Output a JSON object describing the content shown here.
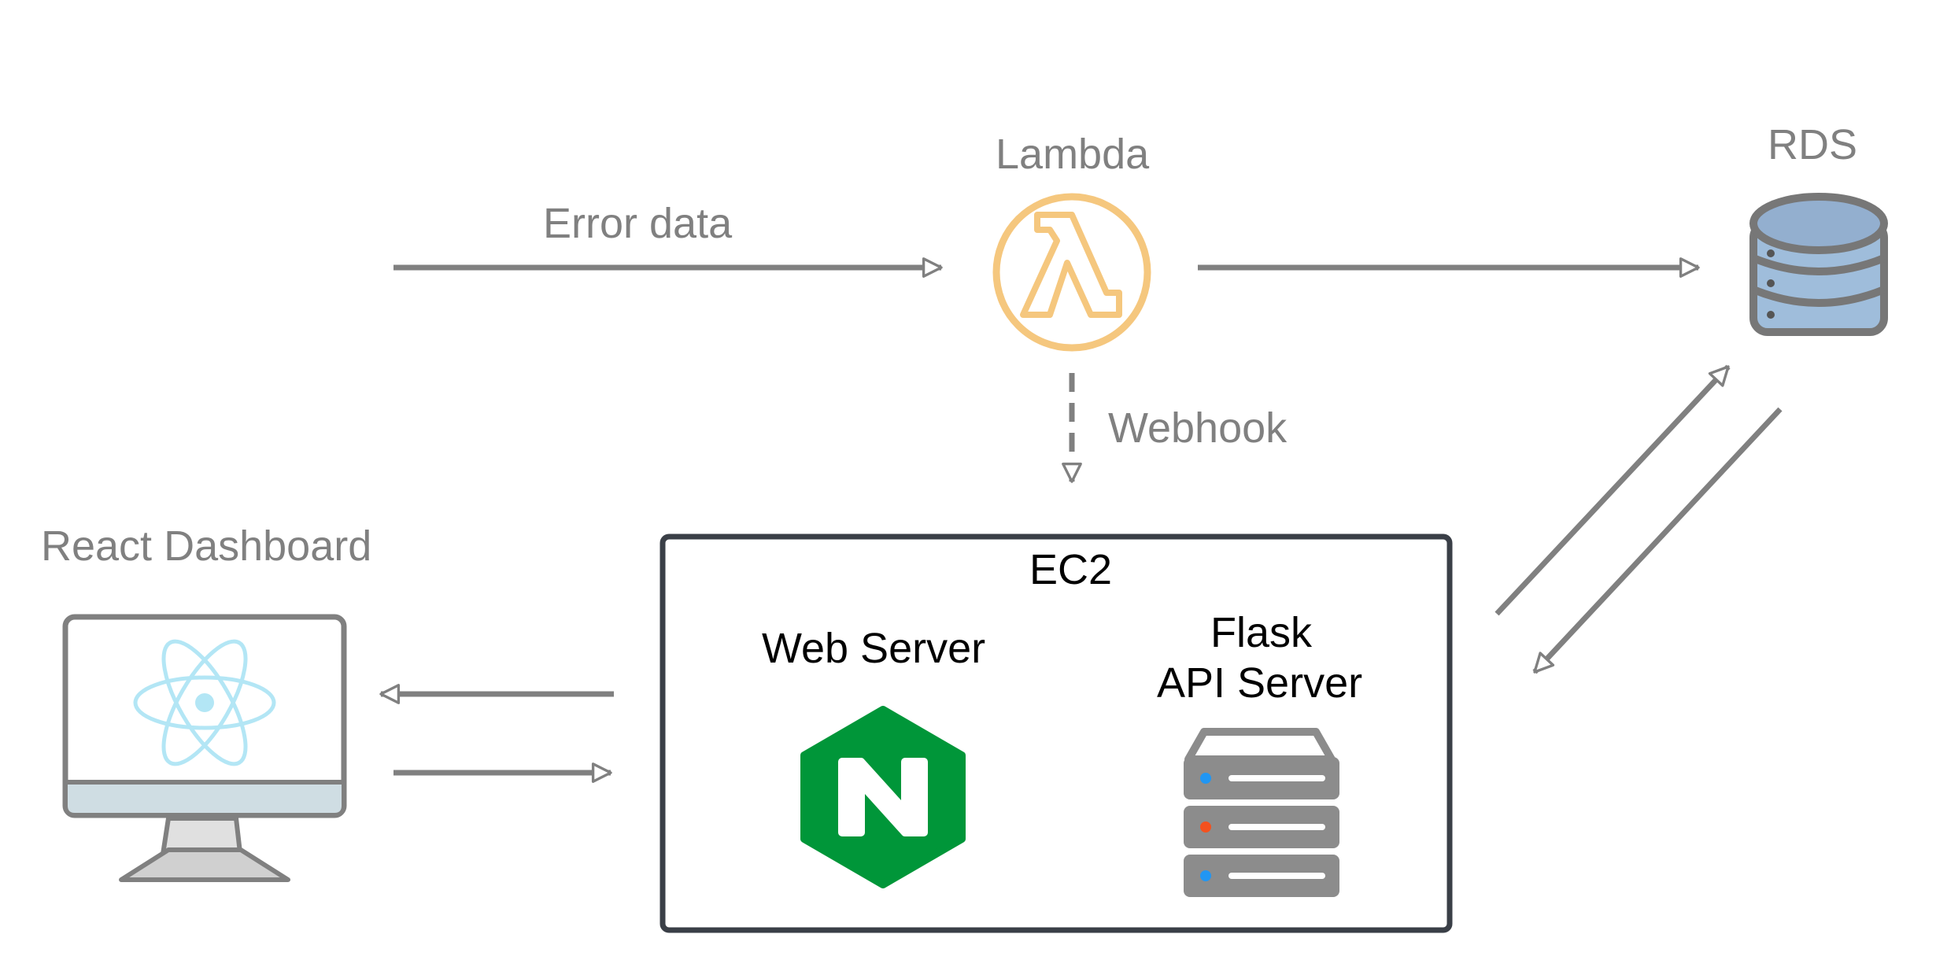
{
  "labels": {
    "error_data": "Error data",
    "lambda": "Lambda",
    "rds": "RDS",
    "webhook": "Webhook",
    "react_dashboard": "React Dashboard",
    "ec2": "EC2",
    "web_server": "Web Server",
    "flask_line1": "Flask",
    "flask_line2": "API Server",
    "nginx_letter": "N"
  },
  "colors": {
    "arrow": "#808080",
    "lambda": "#F5C77E",
    "nginx": "#009639",
    "rds_fill": "#9FBDDB",
    "rds_top": "#93AFCF",
    "react": "#B3E6F5",
    "server_body": "#8C8C8C",
    "led_blue": "#2196F3",
    "led_red": "#F4511E",
    "ec2_border": "#3A3F47"
  },
  "icons": [
    "lambda-icon",
    "database-icon",
    "monitor-icon",
    "react-logo-icon",
    "nginx-icon",
    "server-rack-icon"
  ]
}
